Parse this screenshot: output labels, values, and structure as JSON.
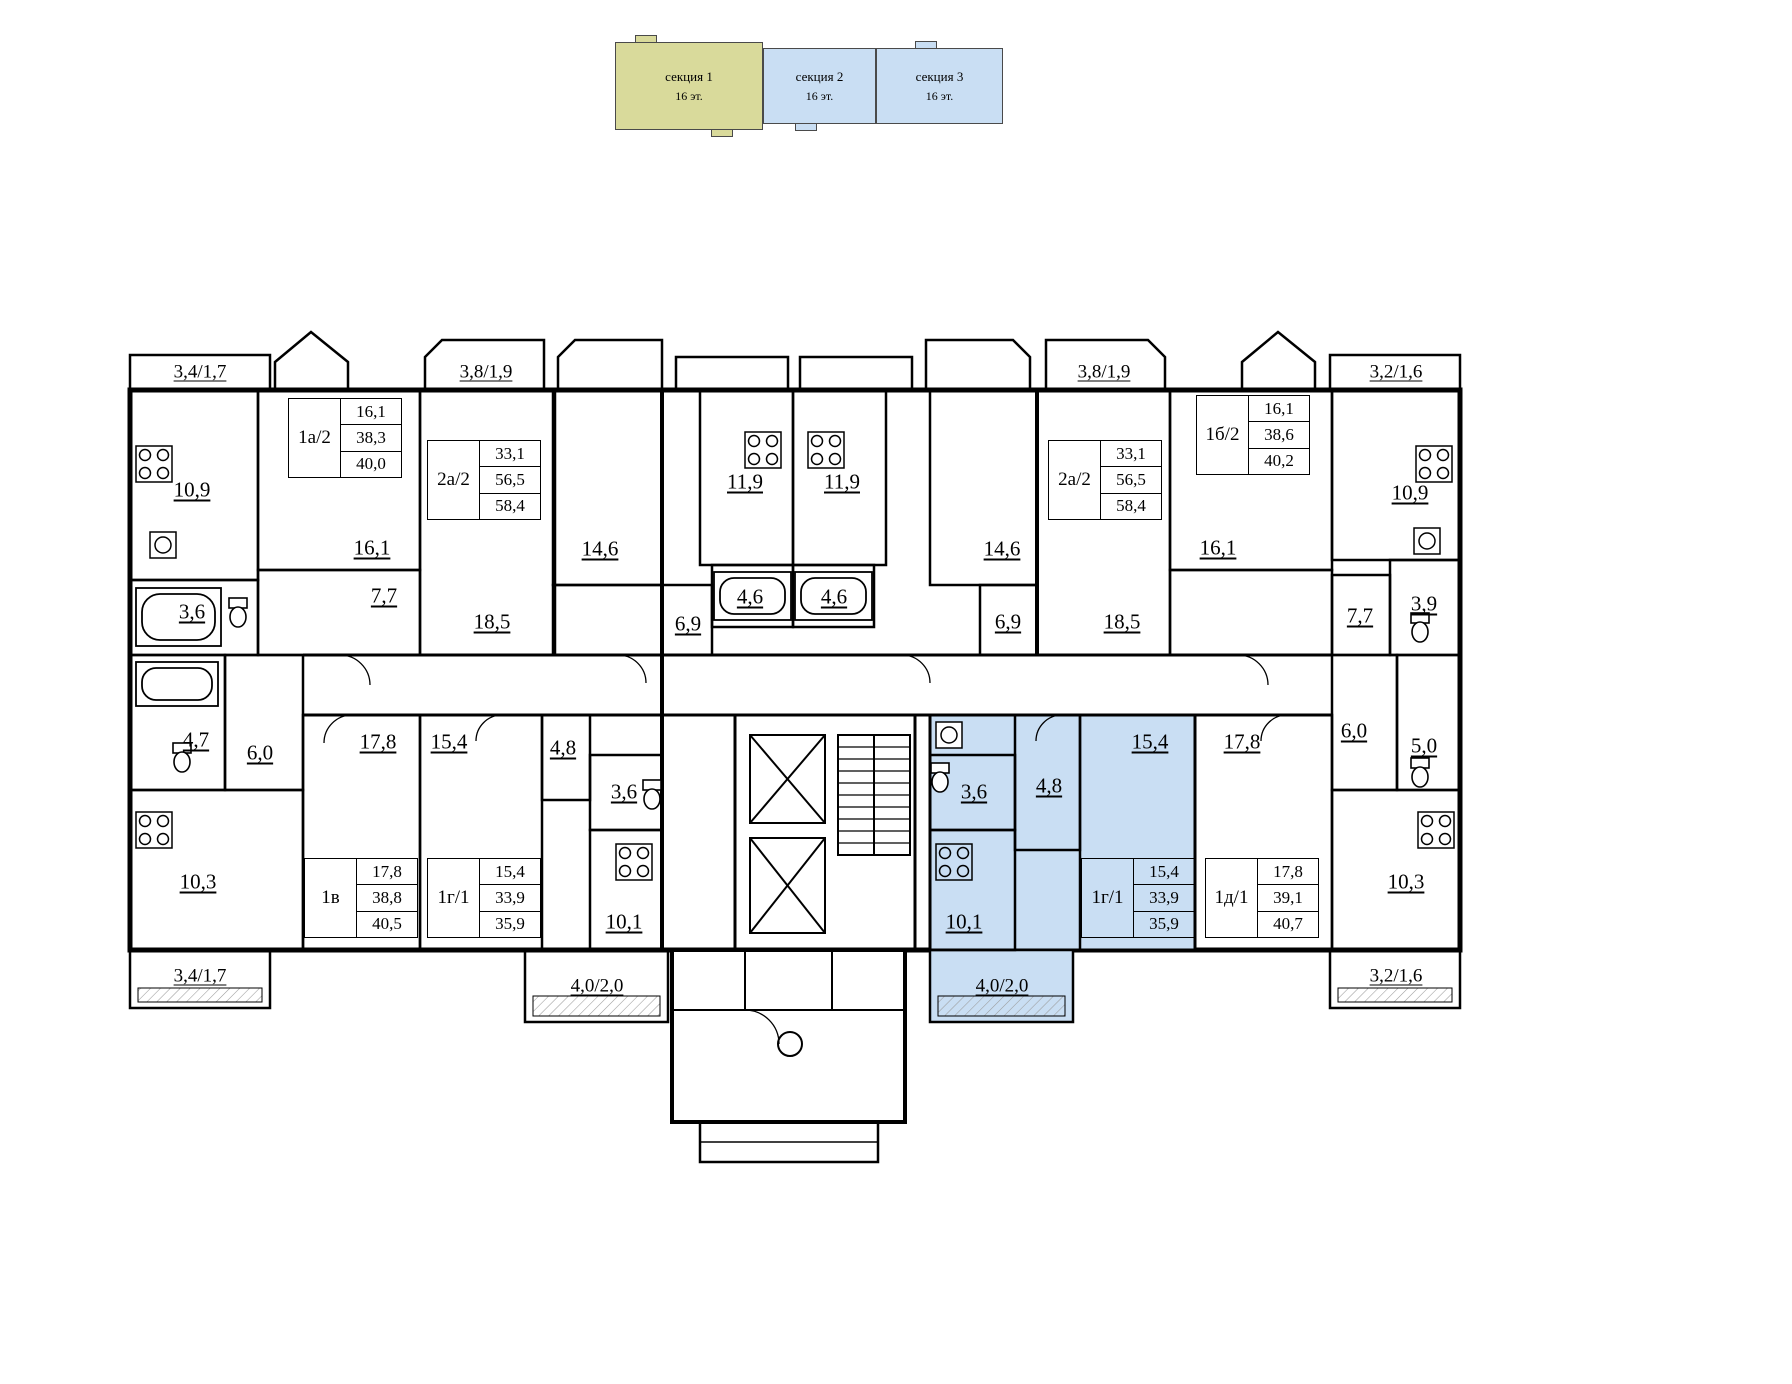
{
  "colors": {
    "highlight": "#c9def3",
    "section1": "#d9da9b",
    "section23": "#c9def3",
    "wall": "#000000"
  },
  "key_plan": {
    "sections": [
      {
        "name": "секция 1",
        "floors": "16 эт."
      },
      {
        "name": "секция 2",
        "floors": "16 эт."
      },
      {
        "name": "секция 3",
        "floors": "16 эт."
      }
    ]
  },
  "apartments": [
    {
      "type": "1а/2",
      "areas": [
        "16,1",
        "38,3",
        "40,0"
      ]
    },
    {
      "type": "2а/2",
      "areas": [
        "33,1",
        "56,5",
        "58,4"
      ]
    },
    {
      "type": "2а/2",
      "areas": [
        "33,1",
        "56,5",
        "58,4"
      ]
    },
    {
      "type": "1б/2",
      "areas": [
        "16,1",
        "38,6",
        "40,2"
      ]
    },
    {
      "type": "1в",
      "areas": [
        "17,8",
        "38,8",
        "40,5"
      ]
    },
    {
      "type": "1г/1",
      "areas": [
        "15,4",
        "33,9",
        "35,9"
      ]
    },
    {
      "type": "1г/1",
      "areas": [
        "15,4",
        "33,9",
        "35,9"
      ]
    },
    {
      "type": "1д/1",
      "areas": [
        "17,8",
        "39,1",
        "40,7"
      ]
    }
  ],
  "rooms": {
    "balcony_tl": "3,4/1,7",
    "kitchen_tl": "10,9",
    "bath_tl": "3,6",
    "room_1a": "16,1",
    "hall_1a": "7,7",
    "balcony_2a_l": "3,8/1,9",
    "room_2a_l": "18,5",
    "room_146_l": "14,6",
    "hall_69_l": "6,9",
    "bath_46_l": "4,6",
    "kitchen_119_l": "11,9",
    "kitchen_119_r": "11,9",
    "bath_46_r": "4,6",
    "hall_69_r": "6,9",
    "room_146_r": "14,6",
    "room_2a_r": "18,5",
    "balcony_2a_r": "3,8/1,9",
    "room_1b": "16,1",
    "hall_1b": "7,7",
    "bath_1b": "3,9",
    "kitchen_tr": "10,9",
    "balcony_tr": "3,2/1,6",
    "bath_1v": "4,7",
    "hall_1v": "6,0",
    "kitchen_1v": "10,3",
    "balcony_bl": "3,4/1,7",
    "room_1v": "17,8",
    "room_1g_l": "15,4",
    "hall_1g_l": "4,8",
    "bath_1g_l": "3,6",
    "kitchen_1g_l": "10,1",
    "balcony_1g_l": "4,0/2,0",
    "bath_1g_r": "3,6",
    "hall_1g_r": "4,8",
    "room_1g_r": "15,4",
    "kitchen_1g_r": "10,1",
    "balcony_1g_r": "4,0/2,0",
    "room_1d": "17,8",
    "hall_1d": "6,0",
    "bath_1d": "5,0",
    "kitchen_1d": "10,3",
    "balcony_br": "3,2/1,6"
  }
}
